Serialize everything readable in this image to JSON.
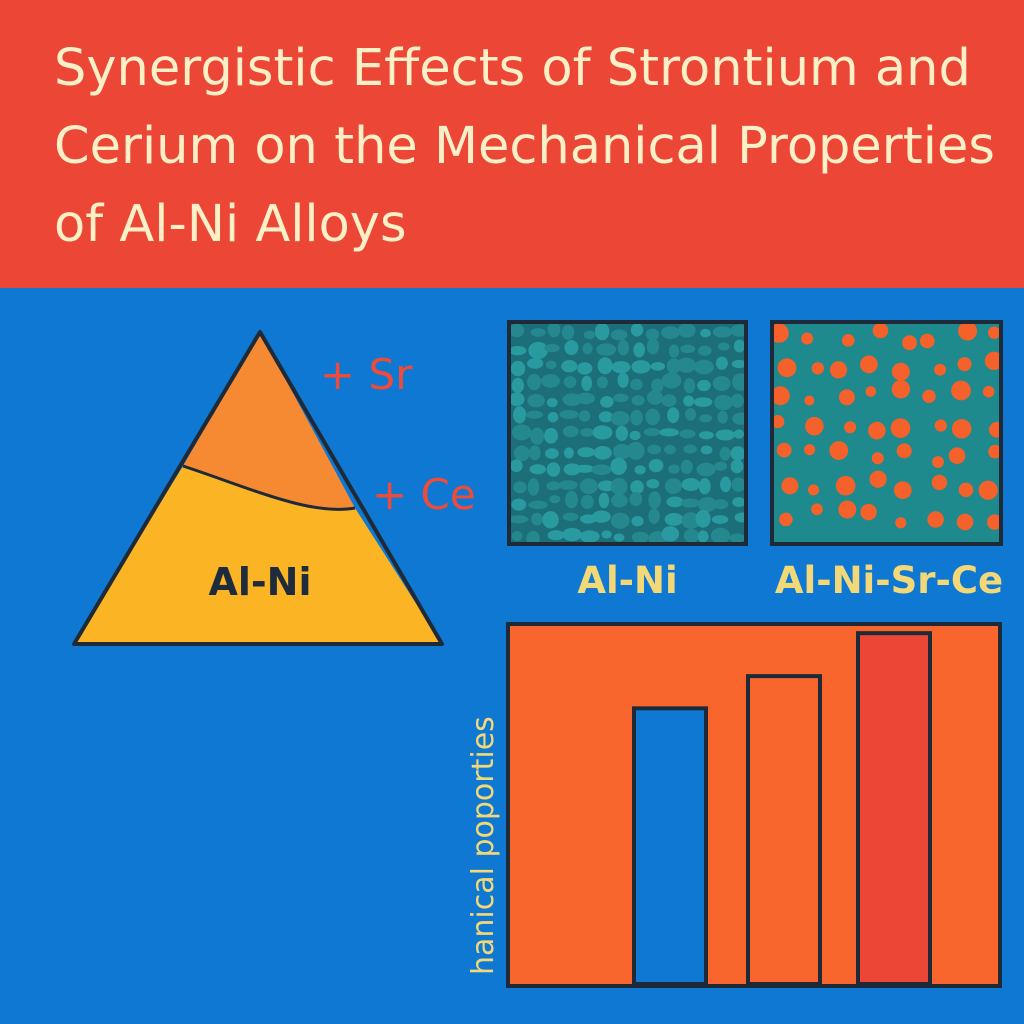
{
  "title": "Synergistic Effects of Strontium and Cerium on the Mechanical Properties of Al-Ni Alloys",
  "colors": {
    "banner": "#ec4637",
    "background": "#0f78d2",
    "title_text": "#fdf0c6",
    "triangle_top": "#f58a33",
    "triangle_bottom": "#fbb424",
    "accent_text": "#ee4b3a",
    "label_text": "#f3d877",
    "chart_bg": "#f8662d",
    "outline": "#1f2a38"
  },
  "diagram": {
    "base_label": "Al-Ni",
    "addition_1": "+ Sr",
    "addition_2": "+ Ce"
  },
  "micrographs": [
    {
      "label": "Al-Ni",
      "texture": "grain-network"
    },
    {
      "label": "Al-Ni-Sr-Ce",
      "texture": "dispersed-particles"
    }
  ],
  "chart_data": {
    "type": "bar",
    "ylabel": "hanical poporties",
    "xlabel": "",
    "title": "",
    "ylim": [
      0,
      100
    ],
    "values": [
      77,
      86,
      98
    ],
    "bar_colors": [
      "#0f78d2",
      "#f8662d",
      "#ec4637"
    ]
  }
}
